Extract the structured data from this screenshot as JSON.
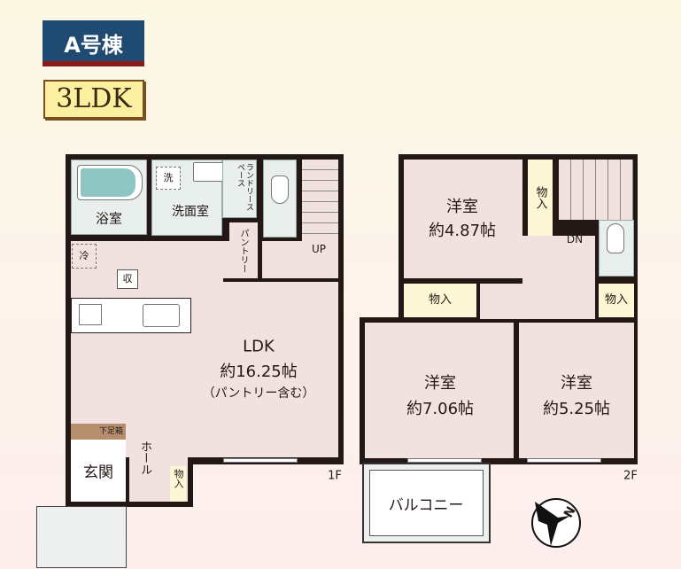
{
  "header": {
    "building": "A号棟",
    "layout_type": "3LDK"
  },
  "floor1": {
    "label": "1F",
    "rooms": {
      "bath": "浴室",
      "washroom": "洗面室",
      "laundry": "ランドリースペース",
      "washer_mark": "洗",
      "pantry": "パントリー",
      "fridge_mark": "冷",
      "storage_mark": "収",
      "stairs": "UP",
      "ldk_name": "LDK",
      "ldk_size": "約16.25帖",
      "ldk_note": "（パントリー含む）",
      "shoe_box": "下足箱",
      "entrance": "玄関",
      "hall": "ホール",
      "closet": "物入"
    }
  },
  "floor2": {
    "label": "2F",
    "rooms": {
      "room1_name": "洋室",
      "room1_size": "約4.87帖",
      "room1_closet": "物入",
      "stairs": "DN",
      "closet_left": "物入",
      "closet_right": "物入",
      "room2_name": "洋室",
      "room2_size": "約7.06帖",
      "room3_name": "洋室",
      "room3_size": "約5.25帖",
      "balcony": "バルコニー"
    }
  },
  "compass": {
    "letter": "N"
  },
  "colors": {
    "header_bg": "#1f4a72",
    "header_stripe": "#8b1b1b",
    "badge_bg": "#fbf0a0",
    "wall": "#231815"
  }
}
